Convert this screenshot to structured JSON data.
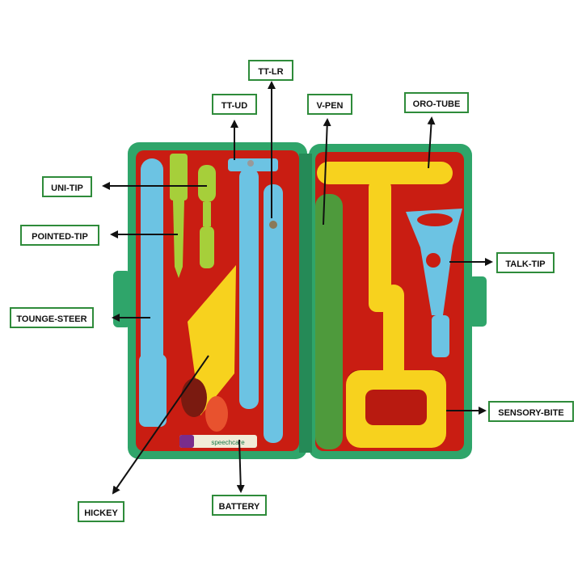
{
  "labels": {
    "tt_lr": "TT-LR",
    "tt_ud": "TT-UD",
    "v_pen": "V-PEN",
    "oro_tube": "ORO-TUBE",
    "uni_tip": "UNI-TIP",
    "pointed_tip": "POINTED-TIP",
    "tounge_steer": "TOUNGE-STEER",
    "talk_tip": "TALK-TIP",
    "sensory_bite": "SENSORY-BITE",
    "hickey": "HICKEY",
    "battery": "BATTERY"
  },
  "battery_brand": "speechcare",
  "colors": {
    "case_green": "#2fa56a",
    "case_red": "#c91d12",
    "tool_blue": "#6cc3e3",
    "tool_lime": "#a6cf3a",
    "tool_yellow": "#f7d21e",
    "tool_green": "#4e9a3c",
    "label_border": "#2e8b3a"
  }
}
